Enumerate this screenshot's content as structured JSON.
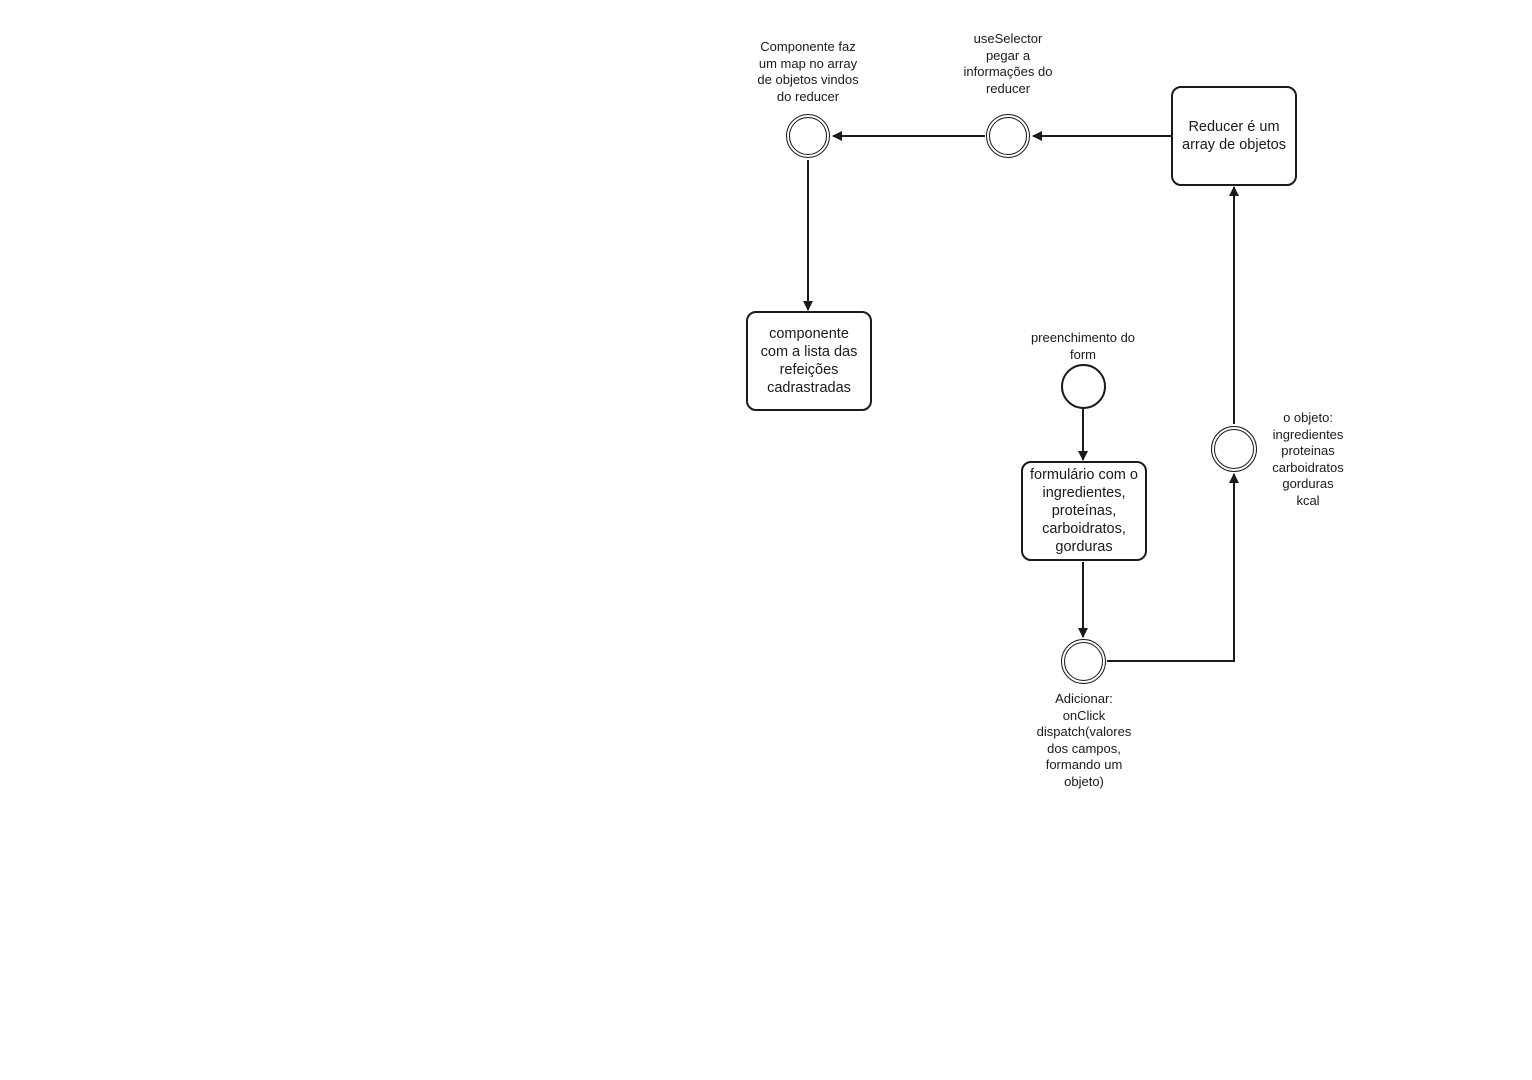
{
  "diagram": {
    "nodes": {
      "reducer": {
        "text": "Reducer é um\narray de objetos"
      },
      "lista": {
        "text": "componente\ncom a lista das\nrefeições\ncadrastradas"
      },
      "formulario": {
        "text": "formulário com o\ningredientes,\nproteínas,\ncarboidratos,\ngorduras"
      }
    },
    "labels": {
      "map": "Componente faz\num map no array\nde objetos vindos\ndo reducer",
      "selector": "useSelector\npegar a\ninformações do\nreducer",
      "preenchimento": "preenchimento do\nform",
      "objeto": "o objeto:\ningredientes\nproteinas\ncarboidratos\ngorduras\nkcal",
      "adicionar": "Adicionar:\nonClick\ndispatch(valores\ndos campos,\nformando um\nobjeto)"
    },
    "colors": {
      "stroke": "#1a1a1a",
      "background": "#ffffff"
    }
  }
}
